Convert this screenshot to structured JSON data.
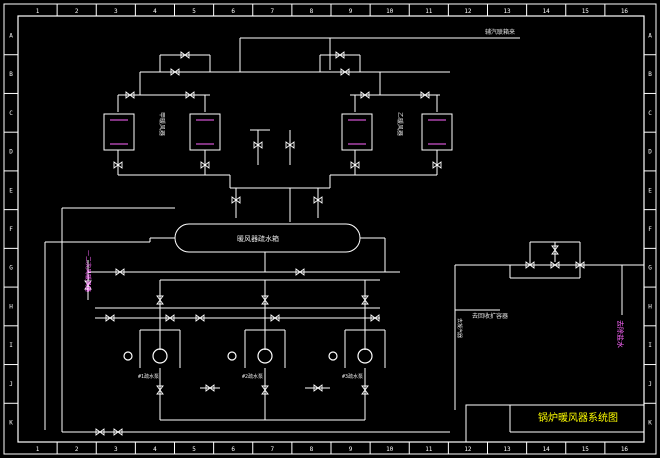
{
  "drawing": {
    "title_block": "锅炉暖风器系统图",
    "colors": {
      "background": "#000000",
      "line": "#ffffff",
      "green": "#00ff66",
      "yellow": "#ffff00",
      "magenta": "#ff66ff",
      "text": "#e6e6e6"
    },
    "grid_columns": [
      "1",
      "2",
      "3",
      "4",
      "5",
      "6",
      "7",
      "8",
      "9",
      "10",
      "11",
      "12",
      "13",
      "14",
      "15",
      "16"
    ],
    "grid_rows": [
      "A",
      "B",
      "C",
      "D",
      "E",
      "F",
      "G",
      "H",
      "I",
      "J",
      "K"
    ],
    "labels": {
      "top_pipe": "辅汽联箱来",
      "tank": "暖风器疏水箱",
      "condenser": "去凝汽器",
      "recycle": "去回收扩容器",
      "heater_a": "甲暖风器",
      "heater_b": "乙暖风器",
      "pump1": "#1疏水泵",
      "pump2": "#2疏水泵",
      "pump3": "#3疏水泵",
      "left_vertical": "一二次风暖风器",
      "right_vertical": "去除盐水"
    }
  }
}
